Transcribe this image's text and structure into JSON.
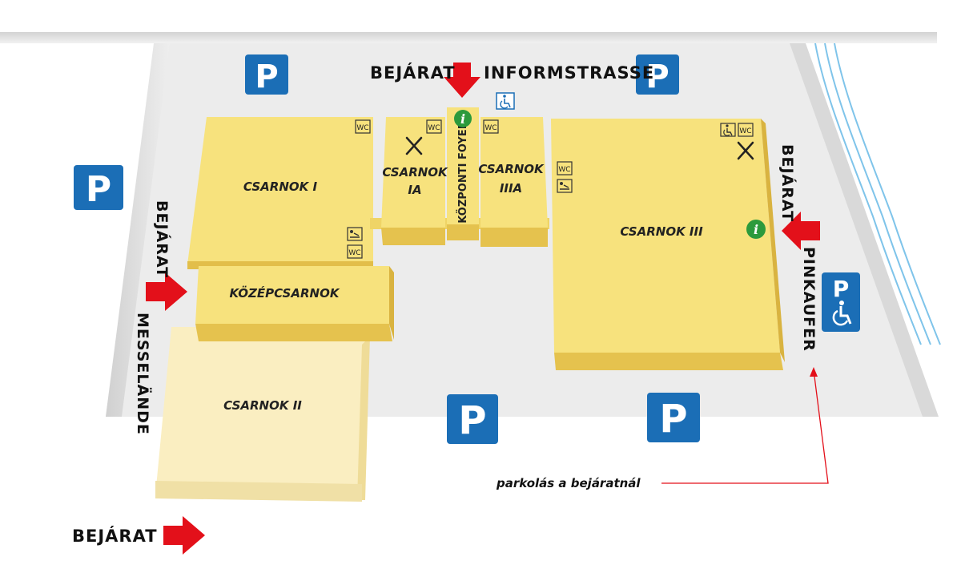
{
  "halls": {
    "csarnok_1": "CSARNOK I",
    "csarnok_1a_line1": "CSARNOK",
    "csarnok_1a_line2": "IA",
    "kozponti_foyer": "KÖZPONTI FOYER",
    "csarnok_3a_line1": "CSARNOK",
    "csarnok_3a_line2": "IIIA",
    "csarnok_3": "CSARNOK III",
    "kozepcsarnok": "KÖZÉPCSARNOK",
    "csarnok_2": "CSARNOK II"
  },
  "streets": {
    "top_entrance": "BEJÁRAT",
    "top_street": "INFORMSTRASSE",
    "left_entrance": "BEJÁRAT",
    "left_street": "MESSELÄNDE",
    "right_entrance": "BEJÁRAT",
    "right_street": "PINKAUFER",
    "bottom_entrance": "BEJÁRAT"
  },
  "icons": {
    "parking_letter": "P",
    "wc_text": "WC",
    "info_letter": "i"
  },
  "annotation": {
    "parking_note": "parkolás a bejáratnál"
  },
  "colors": {
    "hall_fill": "#f7e27d",
    "hall_side": "#e7c44f",
    "hall_faded": "#faeec1",
    "parking_blue": "#1b6eb6",
    "entrance_red": "#e3101a",
    "info_green": "#2c9a3c",
    "road_gray": "#e6e6e6"
  }
}
